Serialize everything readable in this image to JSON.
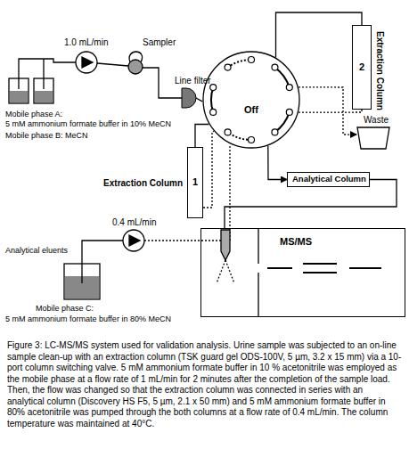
{
  "diagram": {
    "caption": "Figure 3: LC-MS/MS system used for validation analysis. Urine sample was subjected to an on-line sample clean-up with an extraction column (TSK guard gel ODS-100V, 5 µm, 3.2 x 15 mm) via a 10-port column switching valve. 5 mM ammonium formate buffer in 10 % acetonitrile was employed as the mobile phase at a flow rate of 1 mL/min for 2 minutes after the completion of the sample load. Then, the flow was changed so that the extraction column was connected in series with an analytical column (Discovery HS F5, 5 µm, 2.1 x 50 mm) and 5 mM ammonium formate buffer in 80% acetonitrile was pumped through the both columns at a flow rate of 0.4 mL/min. The column temperature was maintained at 40°C.",
    "nodes": [
      {
        "text": [
          "2",
          "Extraction Column"
        ]
      },
      {
        "text": [
          "Line filter"
        ]
      },
      {
        "text": [
          "Off"
        ]
      },
      {
        "text": [
          "Waste"
        ]
      },
      {
        "text": [
          "Extraction Column",
          "1"
        ]
      },
      {
        "text": [
          "Analytical Column"
        ]
      },
      {
        "text": [
          "MS/MS"
        ]
      }
    ],
    "edges": [
      {
        "from": 2,
        "to": 0,
        "arrow": "none"
      },
      {
        "from": 0,
        "to": 2,
        "arrow": "none"
      },
      {
        "from": 1,
        "to": 2,
        "arrow": "none"
      },
      {
        "from": 2,
        "to": 3,
        "arrow": "to"
      },
      {
        "from": 2,
        "to": 4,
        "arrow": "none"
      },
      {
        "from": 4,
        "to": 2,
        "arrow": "none"
      },
      {
        "from": 2,
        "to": 5,
        "arrow": "to"
      },
      {
        "from": 5,
        "to": 6,
        "arrow": "none"
      }
    ],
    "labels": [
      "1.0 mL/min",
      "Sampler",
      "Mobile phase A:",
      "5 mM ammonium formate buffer in 10% MeCN",
      "Mobile phase B: MeCN",
      "0.4 mL/min",
      "Analytical eluents",
      "Mobile phase C:",
      "5 mM ammonium formate buffer in 80% MeCN"
    ]
  }
}
